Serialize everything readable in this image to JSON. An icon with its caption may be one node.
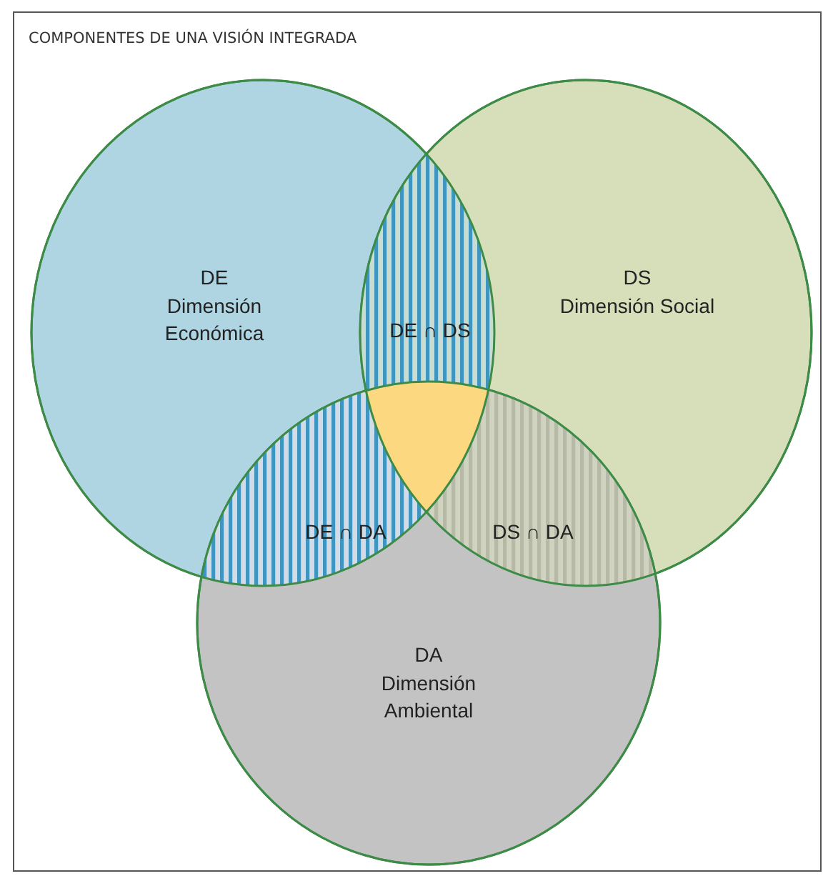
{
  "diagram": {
    "title": "COMPONENTES DE UNA VISIÓN INTEGRADA",
    "nodes": [
      {
        "text": [
          "DE",
          "Dimensión Económica"
        ]
      },
      {
        "text": [
          "DS",
          "Dimensión Social"
        ]
      },
      {
        "text": [
          "DA",
          "Dimensión Ambiental"
        ]
      }
    ],
    "edges": [],
    "labels": [
      "DE ∩ DS",
      "DE ∩ DA",
      "DS ∩ DA"
    ]
  }
}
